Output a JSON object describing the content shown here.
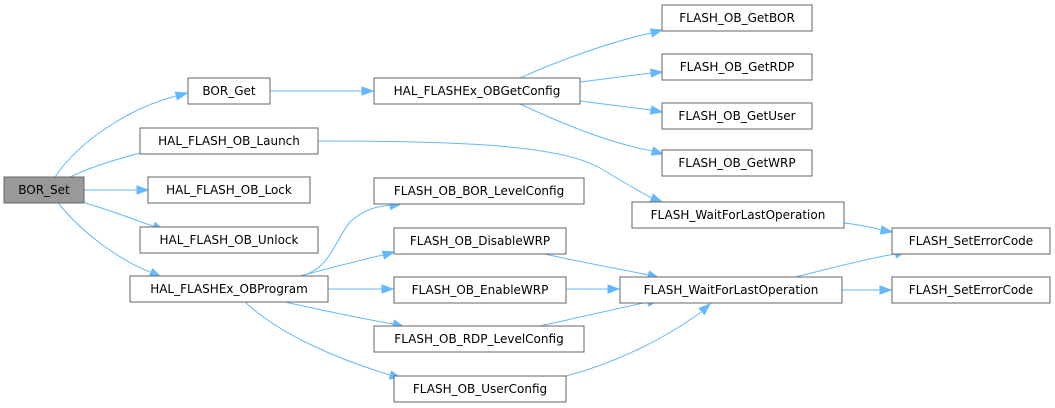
{
  "graph": {
    "colors": {
      "edge": "#63b8ff",
      "root_fill": "#999999",
      "node_border": "#666666"
    },
    "nodes": {
      "bor_set": "BOR_Set",
      "bor_get": "BOR_Get",
      "ob_launch": "HAL_FLASH_OB_Launch",
      "ob_lock": "HAL_FLASH_OB_Lock",
      "ob_unlock": "HAL_FLASH_OB_Unlock",
      "obprogram": "HAL_FLASHEx_OBProgram",
      "obgetconfig": "HAL_FLASHEx_OBGetConfig",
      "get_bor": "FLASH_OB_GetBOR",
      "get_rdp": "FLASH_OB_GetRDP",
      "get_user": "FLASH_OB_GetUser",
      "get_wrp": "FLASH_OB_GetWRP",
      "wait_last_op_a": "FLASH_WaitForLastOperation",
      "set_error_a": "FLASH_SetErrorCode",
      "bor_levelconfig": "FLASH_OB_BOR_LevelConfig",
      "disablewrp": "FLASH_OB_DisableWRP",
      "enablewrp": "FLASH_OB_EnableWRP",
      "rdp_levelconfig": "FLASH_OB_RDP_LevelConfig",
      "userconfig": "FLASH_OB_UserConfig",
      "wait_last_op_b": "FLASH_WaitForLastOperation",
      "set_error_b": "FLASH_SetErrorCode"
    },
    "edges": [
      [
        "bor_set",
        "bor_get"
      ],
      [
        "bor_set",
        "ob_launch"
      ],
      [
        "bor_set",
        "ob_lock"
      ],
      [
        "bor_set",
        "ob_unlock"
      ],
      [
        "bor_set",
        "obprogram"
      ],
      [
        "bor_get",
        "obgetconfig"
      ],
      [
        "obgetconfig",
        "get_bor"
      ],
      [
        "obgetconfig",
        "get_rdp"
      ],
      [
        "obgetconfig",
        "get_user"
      ],
      [
        "obgetconfig",
        "get_wrp"
      ],
      [
        "ob_launch",
        "wait_last_op_a"
      ],
      [
        "wait_last_op_a",
        "set_error_a"
      ],
      [
        "obprogram",
        "bor_levelconfig"
      ],
      [
        "obprogram",
        "disablewrp"
      ],
      [
        "obprogram",
        "enablewrp"
      ],
      [
        "obprogram",
        "rdp_levelconfig"
      ],
      [
        "obprogram",
        "userconfig"
      ],
      [
        "obprogram",
        "wait_last_op_b"
      ],
      [
        "disablewrp",
        "wait_last_op_b"
      ],
      [
        "enablewrp",
        "wait_last_op_b"
      ],
      [
        "rdp_levelconfig",
        "wait_last_op_b"
      ],
      [
        "userconfig",
        "wait_last_op_b"
      ],
      [
        "wait_last_op_b",
        "set_error_a"
      ],
      [
        "wait_last_op_b",
        "set_error_b"
      ]
    ]
  }
}
